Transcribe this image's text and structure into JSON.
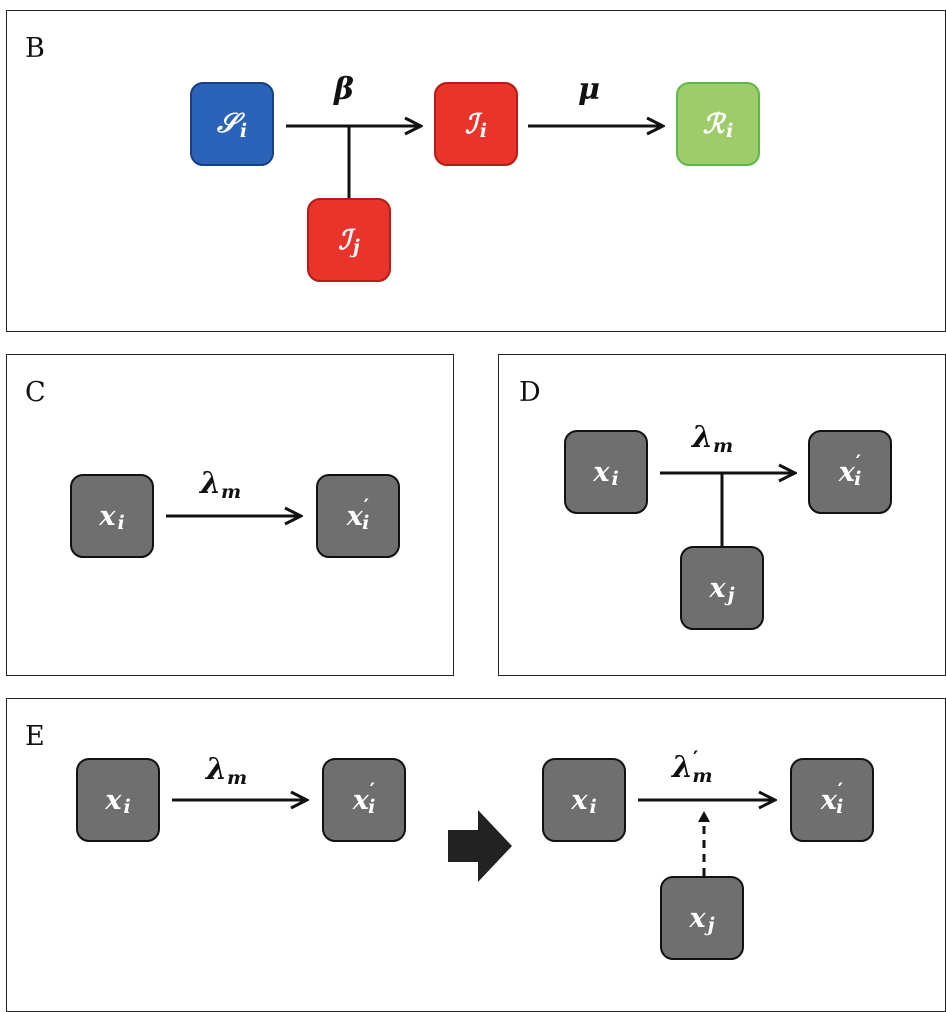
{
  "panels": {
    "B": {
      "label": "B",
      "nodes": {
        "s_i": {
          "base": "𝒮",
          "sub": "i",
          "color": "#2a63b8"
        },
        "i_i": {
          "base": "ℐ",
          "sub": "i",
          "color": "#e8342a"
        },
        "i_j": {
          "base": "ℐ",
          "sub": "j",
          "color": "#e8342a"
        },
        "r_i": {
          "base": "ℛ",
          "sub": "i",
          "color": "#9fcc6b"
        }
      },
      "rates": {
        "beta": "β",
        "mu": "μ"
      }
    },
    "C": {
      "label": "C",
      "nodes": {
        "x_i": {
          "base": "x",
          "sub": "i"
        },
        "x_i_prime": {
          "base": "x",
          "prime": "′",
          "sub": "i"
        }
      },
      "rate": {
        "base": "λ",
        "sub": "m"
      }
    },
    "D": {
      "label": "D",
      "nodes": {
        "x_i": {
          "base": "x",
          "sub": "i"
        },
        "x_i_prime": {
          "base": "x",
          "prime": "′",
          "sub": "i"
        },
        "x_j": {
          "base": "x",
          "sub": "j"
        }
      },
      "rate": {
        "base": "λ",
        "sub": "m"
      }
    },
    "E": {
      "label": "E",
      "left": {
        "nodes": {
          "x_i": {
            "base": "x",
            "sub": "i"
          },
          "x_i_prime": {
            "base": "x",
            "prime": "′",
            "sub": "i"
          }
        },
        "rate": {
          "base": "λ",
          "sub": "m"
        }
      },
      "right": {
        "nodes": {
          "x_i": {
            "base": "x",
            "sub": "i"
          },
          "x_i_prime": {
            "base": "x",
            "prime": "′",
            "sub": "i"
          },
          "x_j": {
            "base": "x",
            "sub": "j"
          }
        },
        "rate": {
          "base": "λ",
          "prime": "′",
          "sub": "m"
        }
      }
    }
  }
}
